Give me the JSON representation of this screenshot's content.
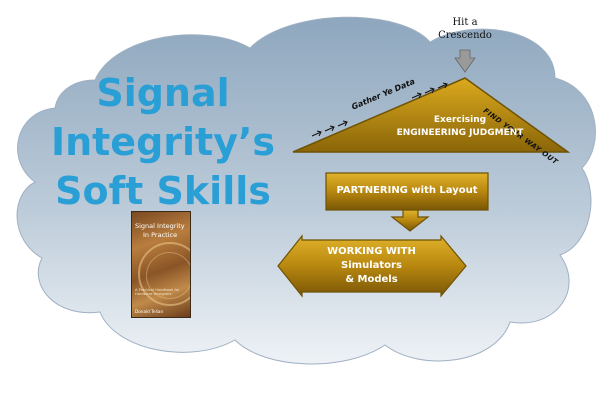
{
  "headline": {
    "line1": "Signal",
    "line2": "Integrity’s",
    "line3": "Soft Skills"
  },
  "book": {
    "title_line1": "Signal Integrity",
    "title_line2": "In Practice",
    "subtitle": "A Practical Handbook for Hardware Designers",
    "author": "Donald Telian"
  },
  "diagram": {
    "peak_label_line1": "Hit a",
    "peak_label_line2": "Crescendo",
    "left_slope_label": "Gather Ye Data",
    "right_slope_label": "Find Your Way Out",
    "triangle_line1": "Exercising",
    "triangle_line2": "ENGINEERING JUDGMENT",
    "box1_label": "PARTNERING with Layout",
    "box2_line1": "WORKING WITH",
    "box2_line2": "Simulators",
    "box2_line3": "& Models"
  },
  "colors": {
    "cloud_top": "#8ea7be",
    "cloud_bottom": "#e9eef3",
    "gold_light": "#d9a51c",
    "gold_dark": "#7a5a06",
    "headline": "#2a9fd6"
  }
}
